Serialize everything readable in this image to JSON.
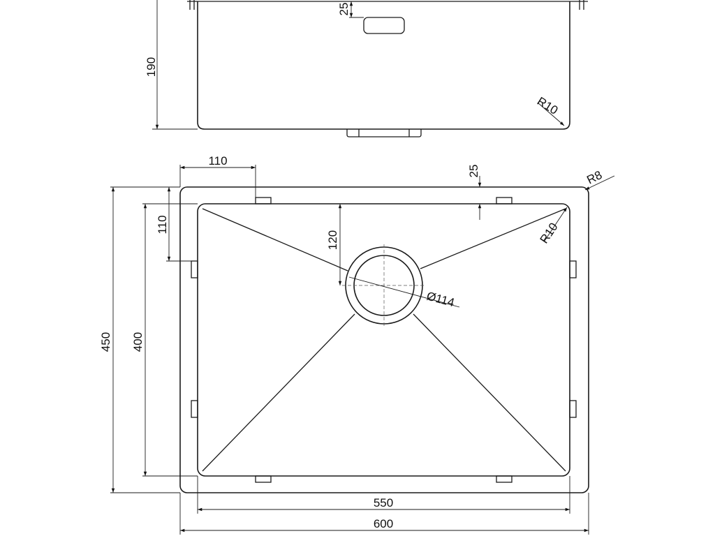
{
  "dimensions": {
    "top_view_depth": "190",
    "overflow_offset_top": "25",
    "corner_radius_top": "R10",
    "clip_offset_left": "110",
    "overflow_offset_plan": "25",
    "outer_corner_radius": "R8",
    "clip_offset_vertical": "110",
    "drain_offset": "120",
    "drain_diameter": "Ø114",
    "inner_corner_radius": "R10",
    "outer_length": "450",
    "inner_length": "400",
    "inner_width": "550",
    "outer_width": "600"
  }
}
